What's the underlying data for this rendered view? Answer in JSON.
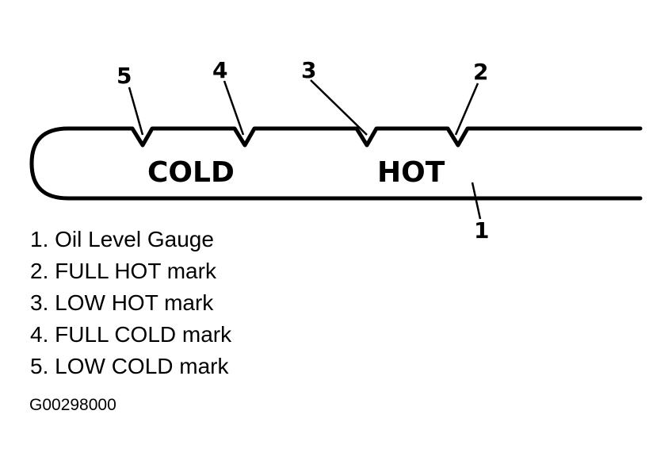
{
  "callouts": {
    "gauge": "1",
    "full_hot": "2",
    "low_hot": "3",
    "full_cold": "4",
    "low_cold": "5"
  },
  "zones": {
    "cold": "COLD",
    "hot": "HOT"
  },
  "legend": [
    "1. Oil Level Gauge",
    "2. FULL HOT mark",
    "3. LOW HOT mark",
    "4. FULL COLD mark",
    "5. LOW COLD mark"
  ],
  "figure_id": "G00298000",
  "colors": {
    "ink": "#000000",
    "background": "#ffffff"
  }
}
